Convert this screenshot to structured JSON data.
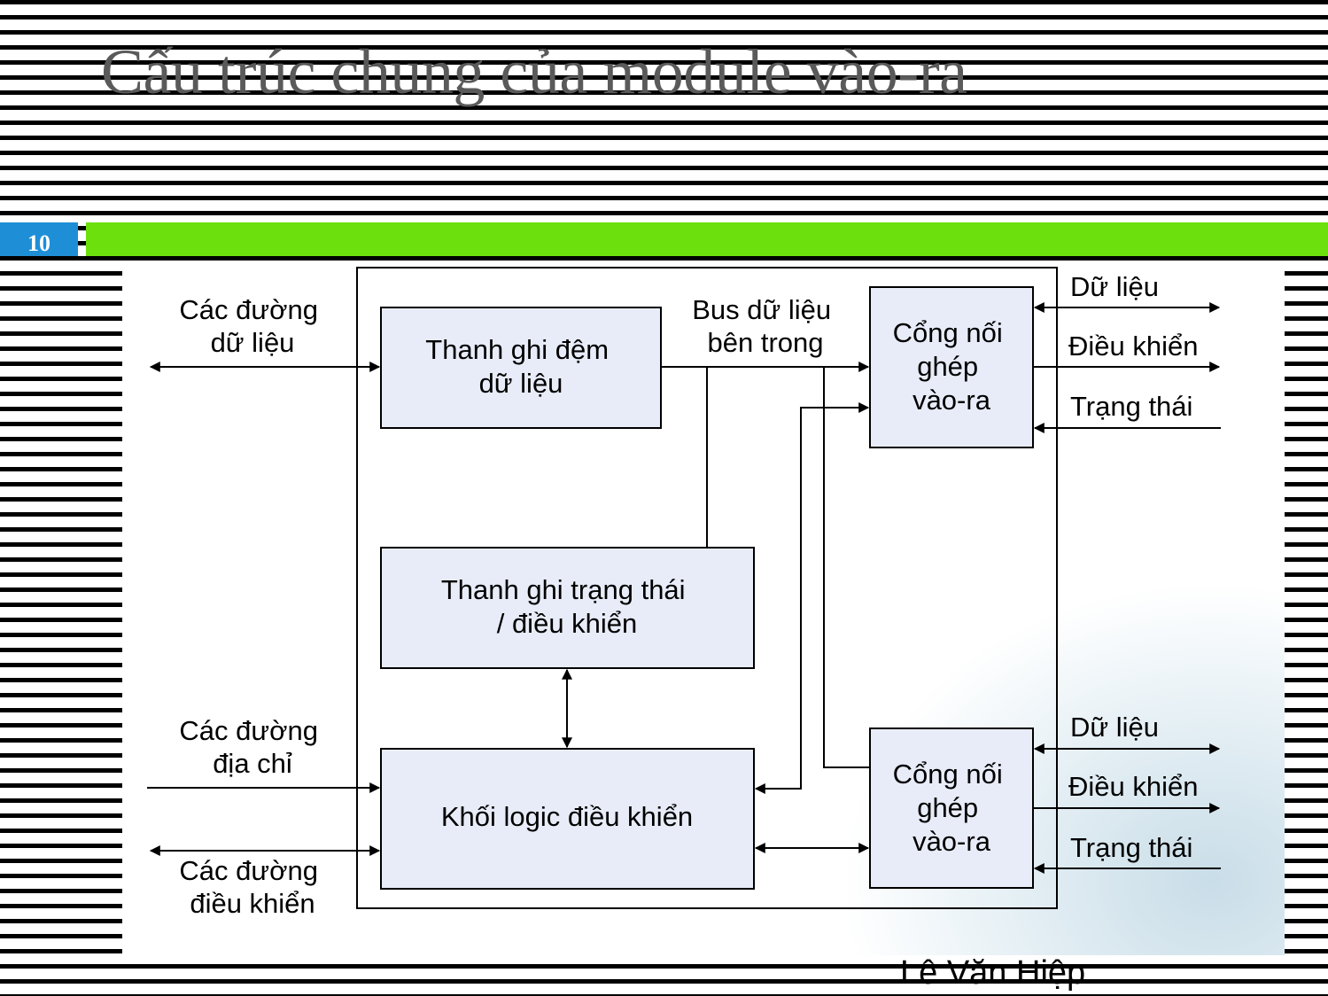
{
  "slide": {
    "title": "Cấu trúc chung của module vào-ra",
    "number": "10",
    "author": "Lê Văn Hiệp"
  },
  "colors": {
    "title": "#5a5a5a",
    "number_box": "#1e8fd6",
    "accent_bar": "#6be00c",
    "block_fill": "#e8ecf8",
    "stripes": "#000000"
  },
  "diagram": {
    "blocks": {
      "buffer_register": [
        "Thanh ghi đệm",
        "dữ liệu"
      ],
      "status_register": [
        "Thanh ghi trạng thái",
        "/ điều khiển"
      ],
      "control_logic": [
        "Khối logic điều khiển"
      ],
      "port_top": [
        "Cổng nối",
        "ghép",
        "vào-ra"
      ],
      "port_bottom": [
        "Cổng nối",
        "ghép",
        "vào-ra"
      ]
    },
    "labels": {
      "data_lines": [
        "Các đường",
        "dữ liệu"
      ],
      "address_lines": [
        "Các đường",
        "địa chỉ"
      ],
      "control_lines": [
        "Các đường",
        "điều khiển"
      ],
      "internal_bus": [
        "Bus dữ liệu",
        "bên trong"
      ],
      "top_data": "Dữ liệu",
      "top_control": "Điều khiển",
      "top_status": "Trạng thái",
      "bottom_data": "Dữ liệu",
      "bottom_control": "Điều khiển",
      "bottom_status": "Trạng thái"
    }
  }
}
